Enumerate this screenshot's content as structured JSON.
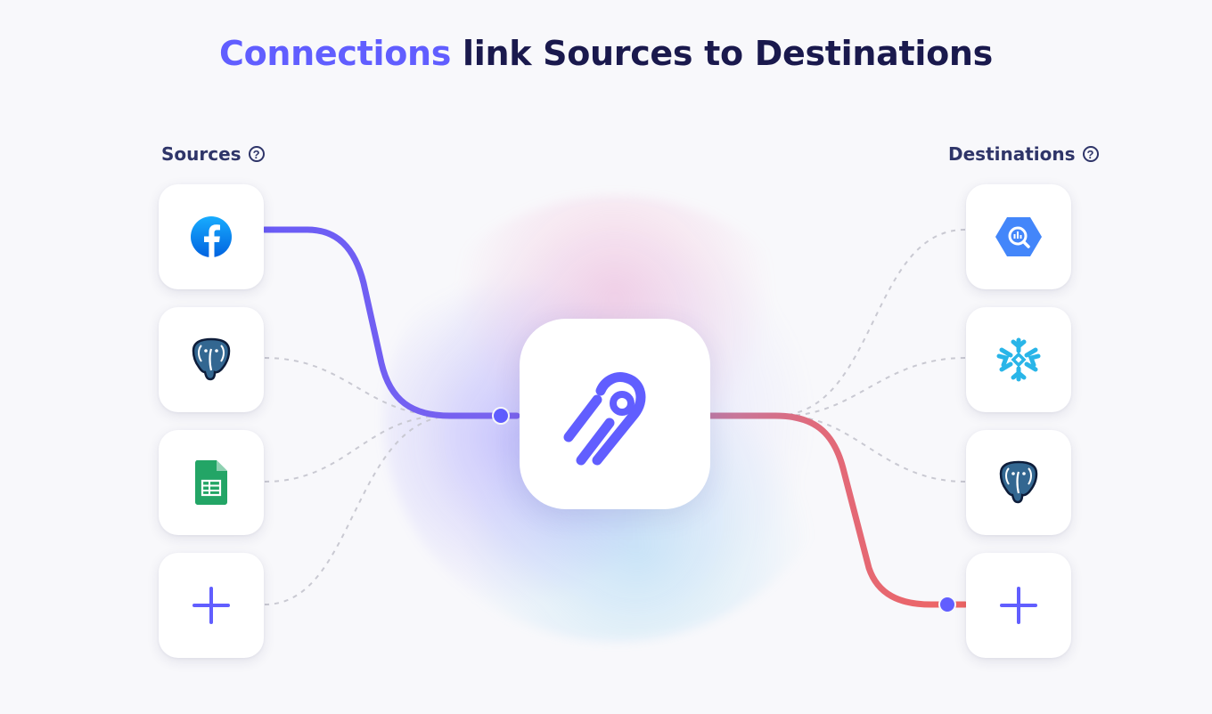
{
  "title": {
    "accent": "Connections",
    "rest": " link Sources to Destinations"
  },
  "sources": {
    "label": "Sources",
    "help_glyph": "?",
    "items": [
      {
        "name": "facebook",
        "icon": "facebook-icon"
      },
      {
        "name": "postgres",
        "icon": "postgres-elephant-icon"
      },
      {
        "name": "google-sheets",
        "icon": "google-sheets-icon"
      },
      {
        "name": "add",
        "icon": "plus-icon"
      }
    ]
  },
  "destinations": {
    "label": "Destinations",
    "help_glyph": "?",
    "items": [
      {
        "name": "bigquery",
        "icon": "bigquery-icon"
      },
      {
        "name": "snowflake",
        "icon": "snowflake-icon"
      },
      {
        "name": "postgres",
        "icon": "postgres-elephant-icon"
      },
      {
        "name": "add",
        "icon": "plus-icon"
      }
    ]
  },
  "center": {
    "icon": "airbyte-logo-icon"
  },
  "colors": {
    "accent": "#615eff",
    "title": "#1a194d",
    "label": "#2f3569",
    "source_line": "#6d63f4",
    "destination_line": "#e8656f",
    "dashed_line": "#c9c9d2",
    "facebook": "#1877f2",
    "bigquery": "#4386fa",
    "snowflake": "#29b5e8",
    "sheets": "#23a566"
  }
}
